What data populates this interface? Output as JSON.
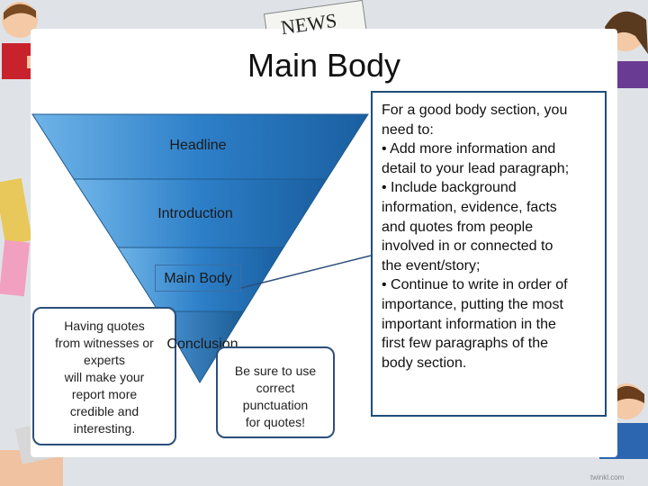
{
  "slide": {
    "title": "Main Body",
    "pyramid": {
      "tiers": [
        "Headline",
        "Introduction",
        "Main Body",
        "Conclusion"
      ]
    },
    "notes": {
      "quotes_tip": [
        "Having quotes",
        "from witnesses or",
        "experts",
        "will make your",
        "report more",
        "credible and",
        "interesting."
      ],
      "punctuation_tip": [
        "Be sure to use",
        "correct",
        "punctuation",
        "for quotes!"
      ]
    },
    "info": {
      "lines": [
        "For a good body section, you",
        "need to:",
        "• Add more information and",
        "detail to your lead paragraph;",
        "• Include background",
        "information, evidence, facts",
        "and quotes from people",
        "involved in or connected to",
        "the event/story;",
        "• Continue to write in order of",
        "importance, putting the most",
        "important information in the",
        "first few paragraphs of the",
        "body section."
      ]
    },
    "decorations": {
      "newspaper_text": "NEWS",
      "corner_text": "twinkl.com"
    }
  }
}
